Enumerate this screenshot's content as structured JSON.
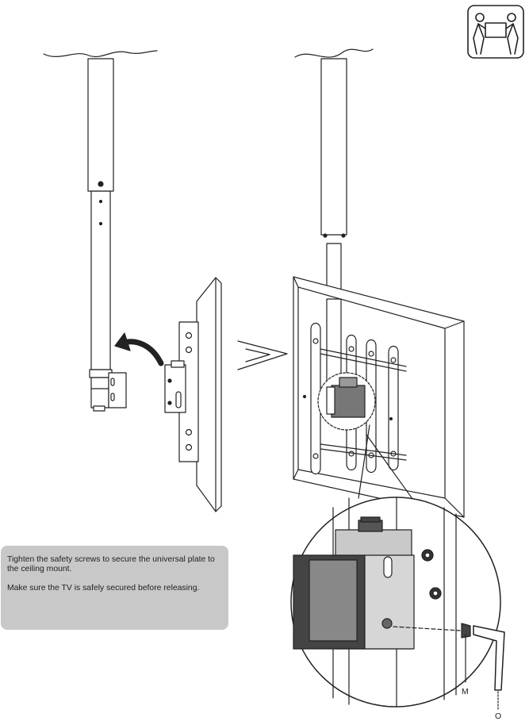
{
  "icons": {
    "two_person_lift": "two-person-lift-icon"
  },
  "instructions": {
    "line1": "Tighten the safety screws to secure the universal plate to the ceiling mount.",
    "line2": "Make sure the TV is safely secured before releasing."
  },
  "callouts": {
    "m": "M",
    "o": "O"
  }
}
